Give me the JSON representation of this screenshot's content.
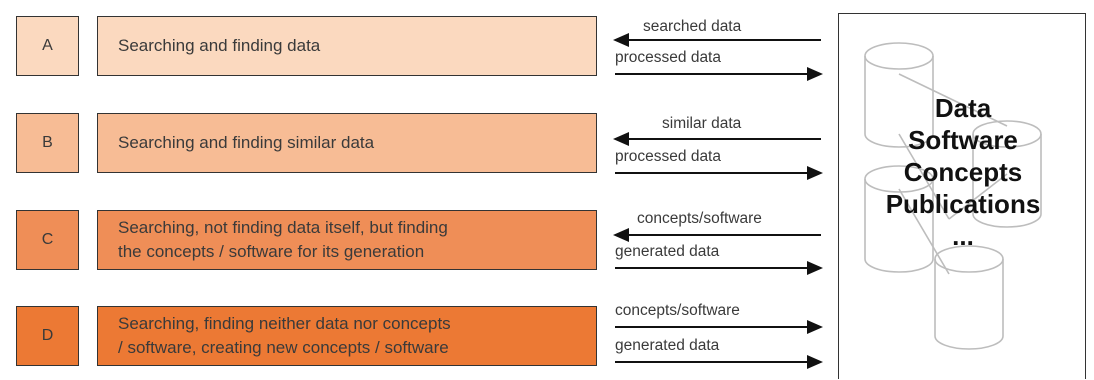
{
  "rows": [
    {
      "letter": "A",
      "text": "Searching and finding data",
      "arrow_top": "searched data",
      "arrow_bottom": "processed data"
    },
    {
      "letter": "B",
      "text": "Searching and finding similar data",
      "arrow_top": "similar data",
      "arrow_bottom": "processed data"
    },
    {
      "letter": "C",
      "text": "Searching, not finding data itself, but finding\nthe concepts / software for its generation",
      "arrow_top": "concepts/software",
      "arrow_bottom": "generated data"
    },
    {
      "letter": "D",
      "text": "Searching, finding neither data nor concepts\n/ software, creating new concepts / software",
      "arrow_top": "concepts/software",
      "arrow_bottom": "generated data"
    }
  ],
  "store": {
    "lines": [
      "Data",
      "Software",
      "Concepts",
      "Publications",
      "..."
    ]
  },
  "colors": {
    "row_a": "#fbd9bf",
    "row_b": "#f7bc95",
    "row_c": "#ef8e57",
    "row_d": "#ec7934",
    "arrow": "#111111",
    "cylinder": "#bdbdbd"
  }
}
